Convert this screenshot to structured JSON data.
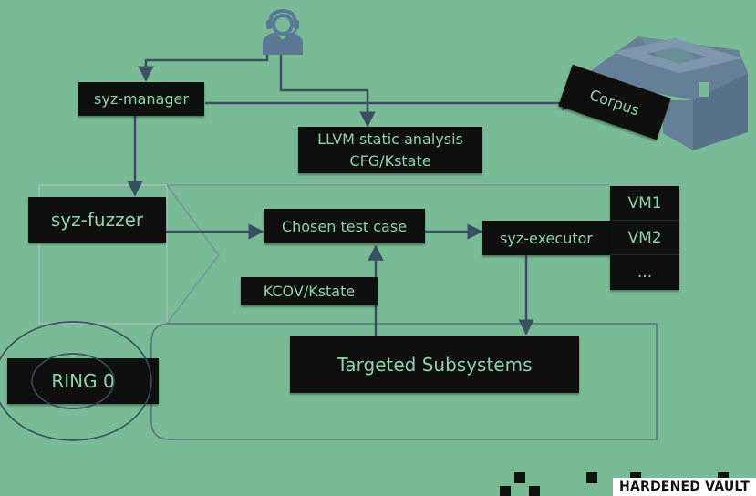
{
  "nodes": {
    "syz_manager": "syz-manager",
    "llvm_line1": "LLVM static analysis",
    "llvm_line2": "CFG/Kstate",
    "corpus": "Corpus",
    "syz_fuzzer": "syz-fuzzer",
    "chosen_test_case": "Chosen test case",
    "syz_executor": "syz-executor",
    "kcov": "KCOV/Kstate",
    "targeted_subsystems": "Targeted Subsystems",
    "ring0": "RING 0"
  },
  "vms": [
    "VM1",
    "VM2",
    "..."
  ],
  "icons": {
    "person": "person-with-headset-icon",
    "box": "package-box-icon"
  },
  "branding": {
    "logo_text": "HARDENED VAULT"
  },
  "colors": {
    "background": "#79bb94",
    "box_fill": "#0f0f0f",
    "box_text": "#8fd3a8",
    "line": "#3b4f63"
  }
}
